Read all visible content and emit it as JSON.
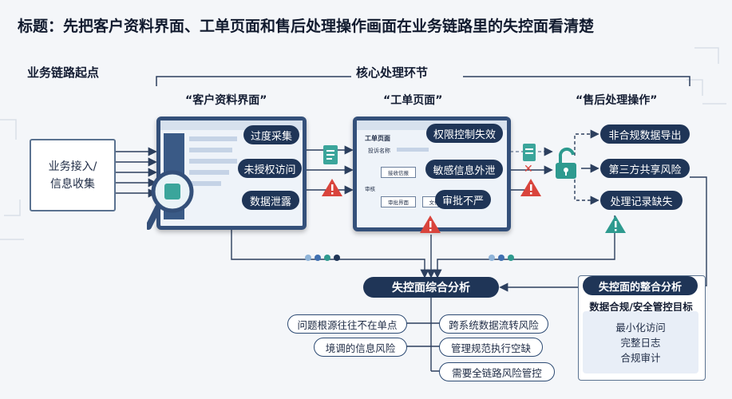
{
  "title": "标题：先把客户资料界面、工单页面和售后处理操作画面在业务链路里的失控面看清楚",
  "labels": {
    "start": "业务链路起点",
    "core": "核心处理环节",
    "customer": "“客户资料界面”",
    "ticket": "“工单页面”",
    "aftersale": "“售后处理操作”"
  },
  "source": {
    "line1": "业务接入/",
    "line2": "信息收集"
  },
  "customer_risks": [
    "过度采集",
    "未授权访问",
    "数据泄露"
  ],
  "ticket_screen": {
    "title": "工单页面",
    "field": "投诉名称",
    "node1": "接收信报",
    "node2": "审批界面",
    "node3": "文件",
    "badge": "审核"
  },
  "ticket_risks": [
    "权限控制失效",
    "敏感信息外泄",
    "审批不严"
  ],
  "aftersale_risks": [
    "非合规数据导出",
    "第三方共享风险",
    "处理记录缺失"
  ],
  "analysis": {
    "center_title": "失控面综合分析",
    "left_items": [
      "问题根源往往不在单点",
      "境调的信息风险"
    ],
    "right_items": [
      "跨系统数据流转风险",
      "管理规范执行空缺",
      "需要全链路风险管控"
    ]
  },
  "integration": {
    "title": "失控面的整合分析",
    "subtitle": "数据合规/安全管控目标",
    "items": [
      "最小化访问",
      "完整日志",
      "合规审计"
    ]
  },
  "colors": {
    "navy": "#1f3557",
    "red": "#d9443c",
    "teal": "#2e9a8f",
    "blue": "#3f6fb0"
  }
}
